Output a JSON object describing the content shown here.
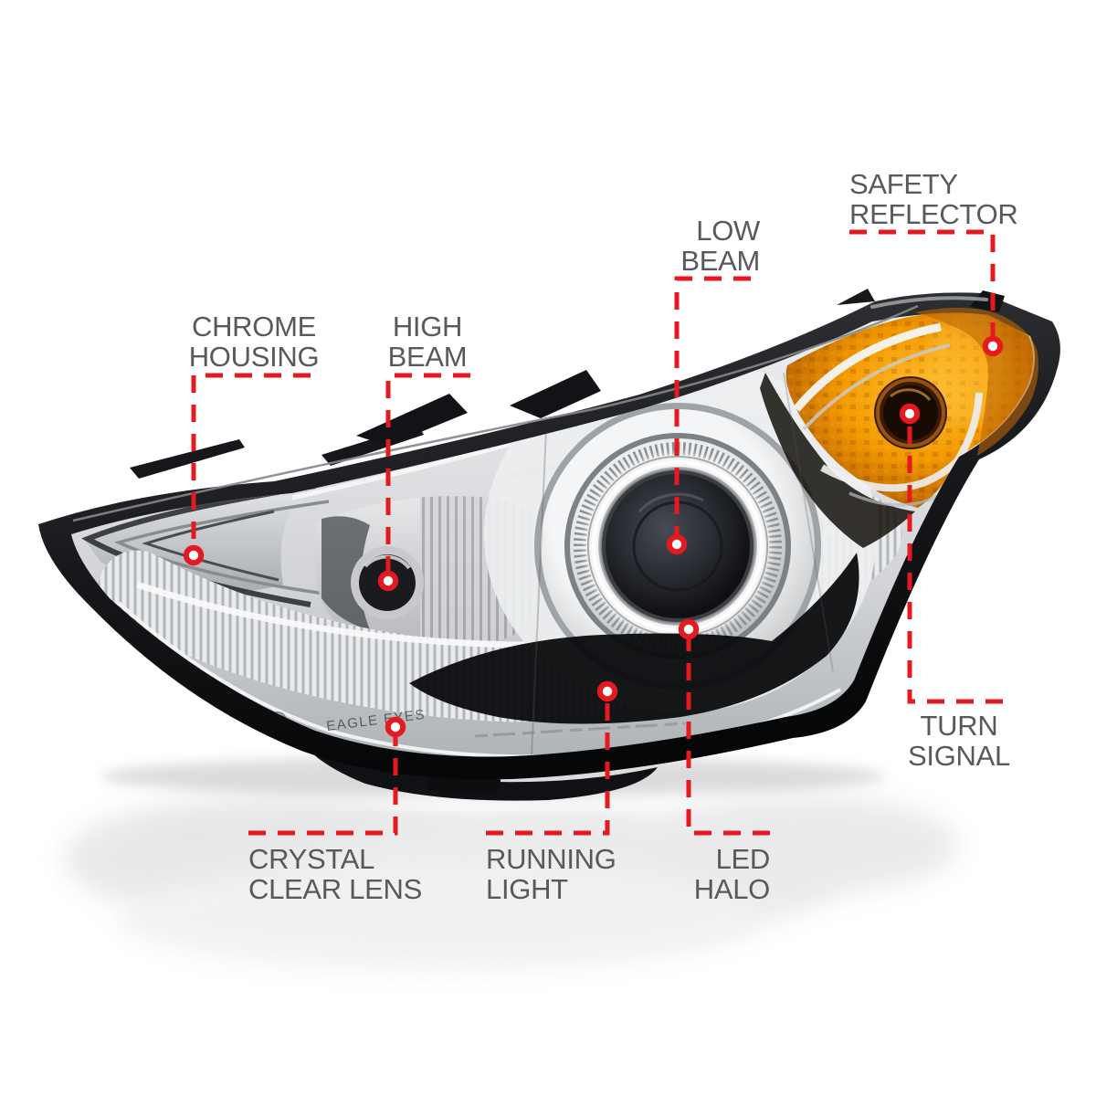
{
  "image_type": "product feature callout diagram",
  "product": {
    "subject": "projector headlight with LED halo",
    "lens_marking": {
      "brand": "EAGLE EYES"
    }
  },
  "colors": {
    "background": "#ffffff",
    "callout_line_red": "#e5191f",
    "callout_dot_fill": "#ffffff",
    "label_text_gray": "#58595c",
    "turn_signal_amber": "#f49a00",
    "housing_black": "#111214",
    "chrome_light": "#e9ebec"
  },
  "callouts": [
    {
      "id": "chrome-housing",
      "line1": "CHROME",
      "line2": "HOUSING"
    },
    {
      "id": "high-beam",
      "line1": "HIGH",
      "line2": "BEAM"
    },
    {
      "id": "low-beam",
      "line1": "LOW",
      "line2": "BEAM"
    },
    {
      "id": "safety-reflector",
      "line1": "SAFETY",
      "line2": "REFLECTOR"
    },
    {
      "id": "turn-signal",
      "line1": "TURN",
      "line2": "SIGNAL"
    },
    {
      "id": "crystal-clear-lens",
      "line1": "CRYSTAL",
      "line2": "CLEAR LENS"
    },
    {
      "id": "running-light",
      "line1": "RUNNING",
      "line2": "LIGHT"
    },
    {
      "id": "led-halo",
      "line1": "LED",
      "line2": "HALO"
    }
  ]
}
